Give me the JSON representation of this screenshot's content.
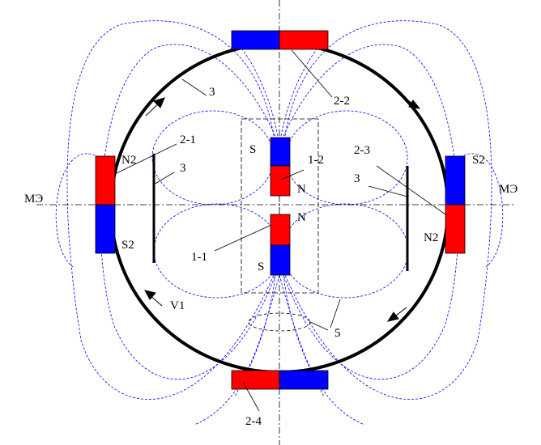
{
  "colors": {
    "north": "#ff0000",
    "south": "#0000ff",
    "field": "#0000ff",
    "ring": "#000000"
  },
  "labels": {
    "top_3": "3",
    "top_2_2": "2-2",
    "left_2_1": "2-1",
    "left_N2": "N2",
    "left_3": "3",
    "center_S_top": "S",
    "center_1_2": "1-2",
    "center_N_top": "N",
    "right_2_3": "2-3",
    "right_3": "3",
    "right_S2": "S2",
    "axis_left": "МЭ",
    "axis_right": "МЭ",
    "center_N_bottom": "N",
    "right_N2": "N2",
    "left_S2": "S2",
    "center_1_1": "1-1",
    "center_S_bottom": "S",
    "V1": "V1",
    "five": "5",
    "bottom_2_4": "2-4"
  }
}
